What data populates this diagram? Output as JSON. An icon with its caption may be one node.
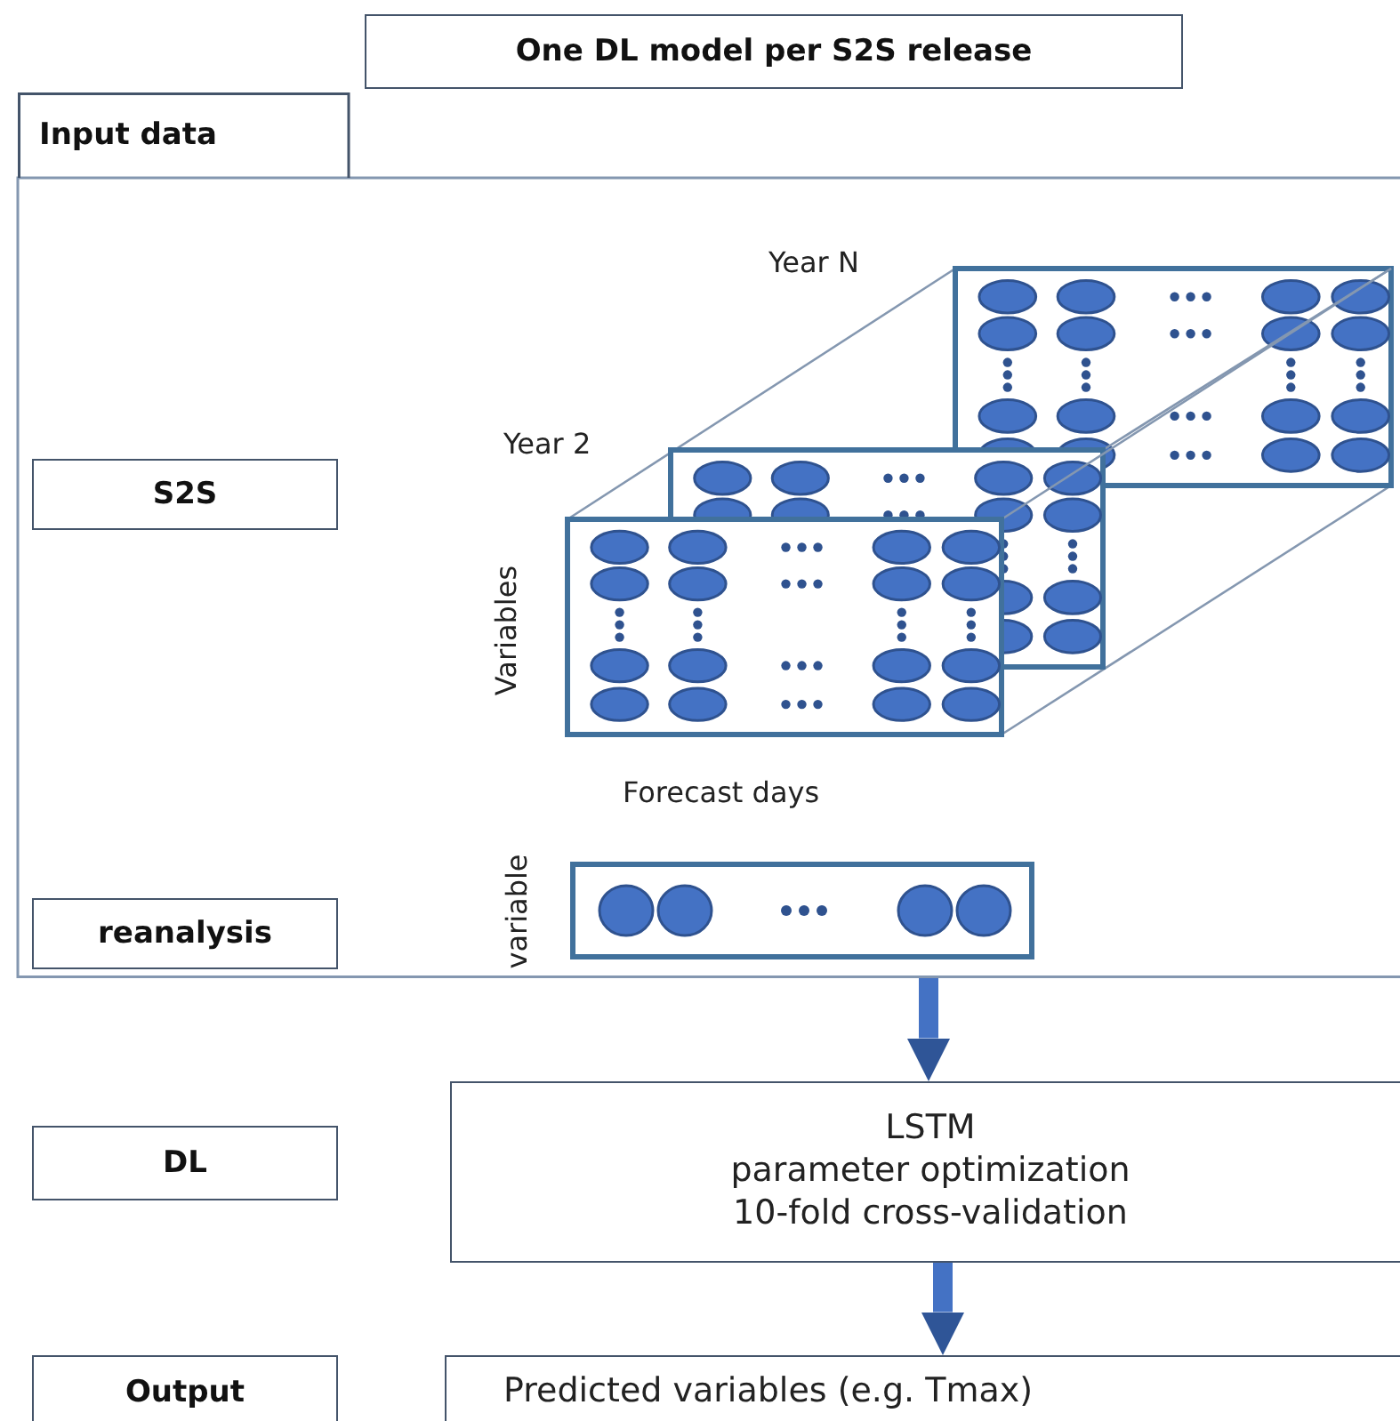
{
  "diagram": {
    "nodes": [
      {
        "text": [
          "One DL model per S2S release"
        ]
      },
      {
        "text": [
          "Input data"
        ]
      },
      {
        "text": [
          "S2S"
        ],
        "in": 1
      },
      {
        "text": [
          "reanalysis"
        ],
        "in": 1
      },
      {
        "text": [
          "DL"
        ]
      },
      {
        "text": [
          "LSTM",
          "parameter optimization",
          "10-fold cross-validation"
        ]
      },
      {
        "text": [
          "Output"
        ]
      },
      {
        "text": [
          "Predicted variables (e.g. Tmax)"
        ]
      }
    ],
    "edges": [
      {
        "from": 1,
        "to": 5,
        "arrow": "to"
      },
      {
        "from": 5,
        "to": 7,
        "arrow": "to"
      }
    ],
    "labels": [
      "Year N",
      "Year 2",
      "Variables",
      "Forecast days",
      "variable"
    ]
  }
}
